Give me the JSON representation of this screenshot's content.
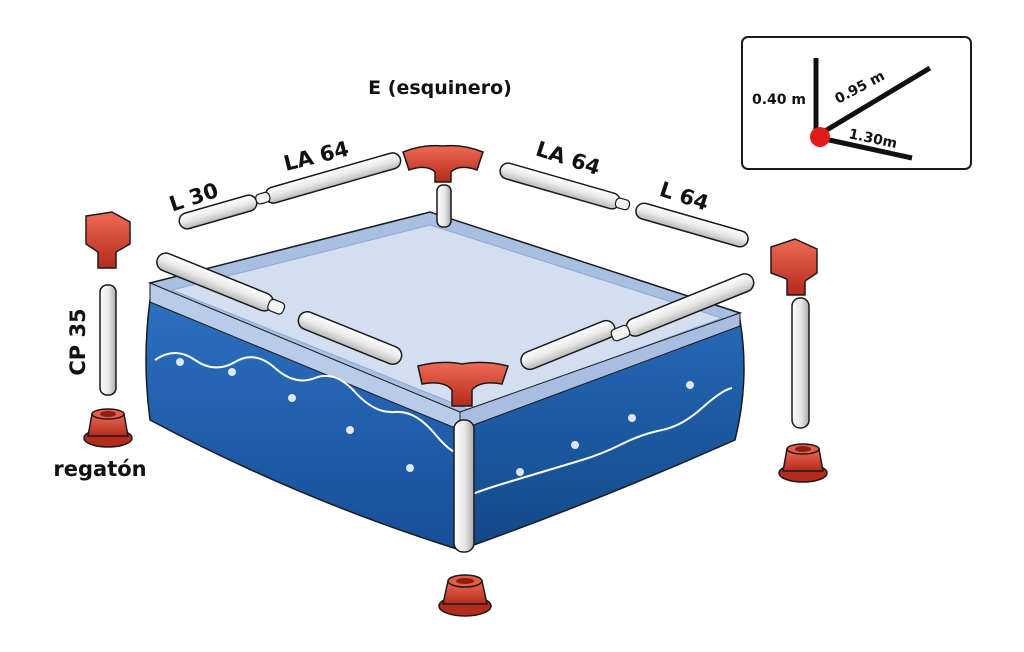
{
  "labels": {
    "corner": "E (esquinero)",
    "l30": "L 30",
    "la64_left": "LA 64",
    "la64_right": "LA 64",
    "l64": "L 64",
    "cp35": "CP 35",
    "foot": "regatón"
  },
  "inset": {
    "height": "0.40 m",
    "diagonal": "0.95 m",
    "length": "1.30m"
  },
  "colors": {
    "pool_blue": "#1f5fae",
    "pool_light": "#cfdcef",
    "rim": "#9fb6da",
    "connector_red": "#d93b2b",
    "pipe_fill": "#f1f1f1",
    "outline": "#1a1a1a"
  }
}
